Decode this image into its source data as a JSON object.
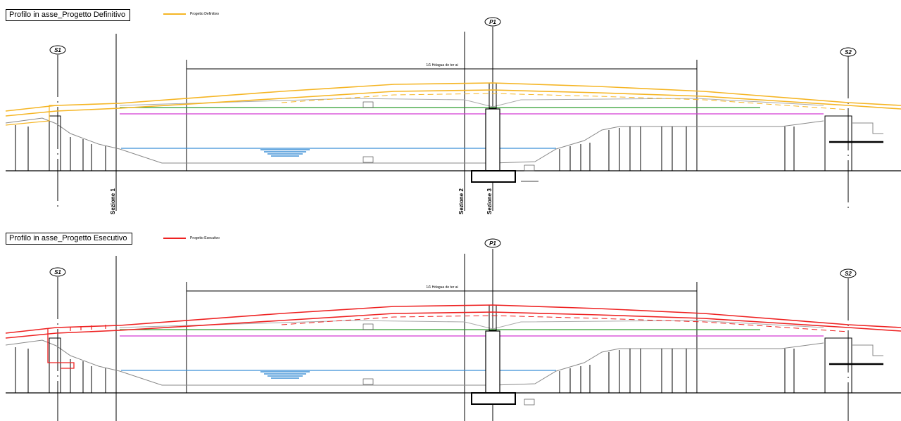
{
  "panels": [
    {
      "title": "Profilo in asse_Progetto Definitivo",
      "legend_label": "Progetto Definitivo",
      "profile_color": "#f5b524"
    },
    {
      "title": "Profilo in asse_Progetto Esecutivo",
      "legend_label": "Progetto Esecutivo",
      "profile_color": "#ee2222"
    }
  ],
  "supports": {
    "s1": "S1",
    "p1": "P1",
    "s2": "S2"
  },
  "section_labels": [
    "Sezione 1",
    "Sezione 2",
    "Sezione 3"
  ],
  "span_label": "1/1 Hdagua de ter ai",
  "colors": {
    "ground_line": "#2e9e2e",
    "level_line": "#d33ad3",
    "water_line": "#3b8fd6",
    "terrain": "#888888"
  }
}
